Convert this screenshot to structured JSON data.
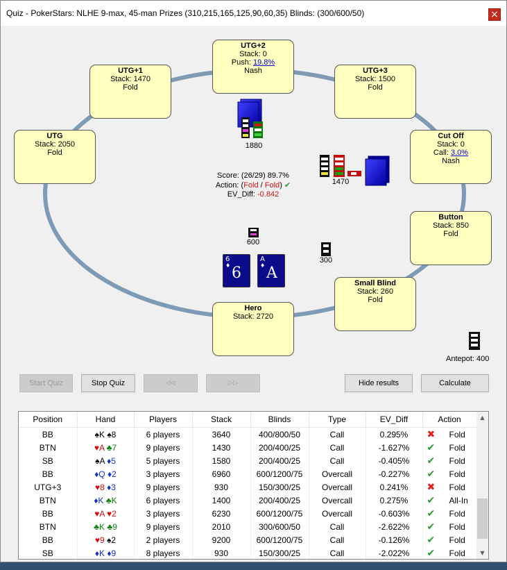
{
  "window": {
    "title": "Quiz - PokerStars: NLHE 9-max, 45-man Prizes (310,215,165,125,90,60,35) Blinds: (300/600/50)",
    "close_glyph": "×"
  },
  "seats": {
    "utg2": {
      "name": "UTG+2",
      "stack": "Stack: 0",
      "line_prefix": "Push: ",
      "line_link": "19.8%",
      "line3": "Nash"
    },
    "utg1": {
      "name": "UTG+1",
      "stack": "Stack: 1470",
      "line2": "Fold"
    },
    "utg3": {
      "name": "UTG+3",
      "stack": "Stack: 1500",
      "line2": "Fold"
    },
    "utg": {
      "name": "UTG",
      "stack": "Stack: 2050",
      "line2": "Fold"
    },
    "cutoff": {
      "name": "Cut Off",
      "stack": "Stack: 0",
      "line_prefix": "Call: ",
      "line_link": "3.0%",
      "line3": "Nash"
    },
    "button": {
      "name": "Button",
      "stack": "Stack: 850",
      "line2": "Fold"
    },
    "smallblind": {
      "name": "Small Blind",
      "stack": "Stack: 260",
      "line2": "Fold"
    },
    "hero": {
      "name": "Hero",
      "stack": "Stack: 2720"
    }
  },
  "chip_amounts": {
    "utg2": "1880",
    "cutoff": "1470",
    "bb": "600",
    "sb": "300"
  },
  "score": {
    "score_line": "Score: (26/29) 89.7%",
    "action_prefix": "Action: (",
    "action_fold1": "Fold",
    "action_sep": " / ",
    "action_fold2": "Fold",
    "action_suffix": ")",
    "evdiff_prefix": "EV_Diff: ",
    "evdiff_value": "-0.842"
  },
  "hero_cards": [
    {
      "rank": "6",
      "suit": "♦"
    },
    {
      "rank": "A",
      "suit": "♦"
    }
  ],
  "antepot": "Antepot: 400",
  "buttons": {
    "start_quiz": "Start Quiz",
    "stop_quiz": "Stop Quiz",
    "rewind": "◁◁",
    "forward": "▷▷",
    "hide_results": "Hide results",
    "calculate": "Calculate"
  },
  "results": {
    "headers": [
      "Position",
      "Hand",
      "Players",
      "Stack",
      "Blinds",
      "Type",
      "EV_Diff",
      "Action"
    ],
    "rows": [
      {
        "position": "BB",
        "hand1": "♠K",
        "c1": "black",
        "hand2": "♠8",
        "c2": "black",
        "players": "6 players",
        "stack": "3640",
        "blinds": "400/800/50",
        "type": "Call",
        "evdiff": "0.295%",
        "ok": false,
        "action": "Fold"
      },
      {
        "position": "BTN",
        "hand1": "♥A",
        "c1": "red",
        "hand2": "♣7",
        "c2": "green",
        "players": "9 players",
        "stack": "1430",
        "blinds": "200/400/25",
        "type": "Call",
        "evdiff": "-1.627%",
        "ok": true,
        "action": "Fold"
      },
      {
        "position": "SB",
        "hand1": "♠A",
        "c1": "black",
        "hand2": "♦5",
        "c2": "blue",
        "players": "5 players",
        "stack": "1580",
        "blinds": "200/400/25",
        "type": "Call",
        "evdiff": "-0.405%",
        "ok": true,
        "action": "Fold"
      },
      {
        "position": "BB",
        "hand1": "♦Q",
        "c1": "blue",
        "hand2": "♦2",
        "c2": "blue",
        "players": "3 players",
        "stack": "6960",
        "blinds": "600/1200/75",
        "type": "Overcall",
        "evdiff": "-0.227%",
        "ok": true,
        "action": "Fold"
      },
      {
        "position": "UTG+3",
        "hand1": "♥8",
        "c1": "red",
        "hand2": "♦3",
        "c2": "blue",
        "players": "9 players",
        "stack": "930",
        "blinds": "150/300/25",
        "type": "Overcall",
        "evdiff": "0.241%",
        "ok": false,
        "action": "Fold"
      },
      {
        "position": "BTN",
        "hand1": "♦K",
        "c1": "blue",
        "hand2": "♣K",
        "c2": "green",
        "players": "6 players",
        "stack": "1400",
        "blinds": "200/400/25",
        "type": "Overcall",
        "evdiff": "0.275%",
        "ok": true,
        "action": "All-In"
      },
      {
        "position": "BB",
        "hand1": "♥A",
        "c1": "red",
        "hand2": "♥2",
        "c2": "red",
        "players": "3 players",
        "stack": "6230",
        "blinds": "600/1200/75",
        "type": "Overcall",
        "evdiff": "-0.603%",
        "ok": true,
        "action": "Fold"
      },
      {
        "position": "BTN",
        "hand1": "♣K",
        "c1": "green",
        "hand2": "♣9",
        "c2": "green",
        "players": "9 players",
        "stack": "2010",
        "blinds": "300/600/50",
        "type": "Call",
        "evdiff": "-2.622%",
        "ok": true,
        "action": "Fold"
      },
      {
        "position": "BB",
        "hand1": "♥9",
        "c1": "red",
        "hand2": "♠2",
        "c2": "black",
        "players": "2 players",
        "stack": "9200",
        "blinds": "600/1200/75",
        "type": "Call",
        "evdiff": "-0.126%",
        "ok": true,
        "action": "Fold"
      },
      {
        "position": "SB",
        "hand1": "♦K",
        "c1": "blue",
        "hand2": "♦9",
        "c2": "blue",
        "players": "8 players",
        "stack": "930",
        "blinds": "150/300/25",
        "type": "Call",
        "evdiff": "-2.022%",
        "ok": true,
        "action": "Fold"
      }
    ]
  },
  "icons": {
    "check": "✔",
    "cross": "✖",
    "scroll_up": "▲",
    "scroll_down": "▼"
  },
  "colors": {
    "seat_fill": "#ffffc0",
    "table_rail": "#7f9ab5",
    "card_back": "#0a0a8a",
    "link": "#0000cc"
  }
}
